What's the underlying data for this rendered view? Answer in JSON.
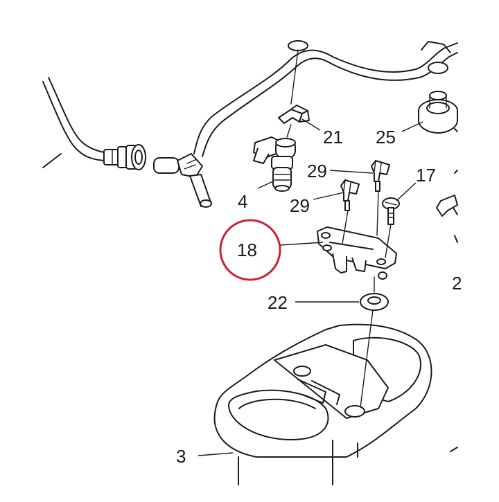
{
  "callouts": {
    "c21": "21",
    "c25": "25",
    "c4": "4",
    "c29a": "29",
    "c29b": "29",
    "c17": "17",
    "c18": "18",
    "c22": "22",
    "c3": "3",
    "c2": "2"
  },
  "highlight": {
    "target": "18",
    "color": "#cc2233"
  }
}
